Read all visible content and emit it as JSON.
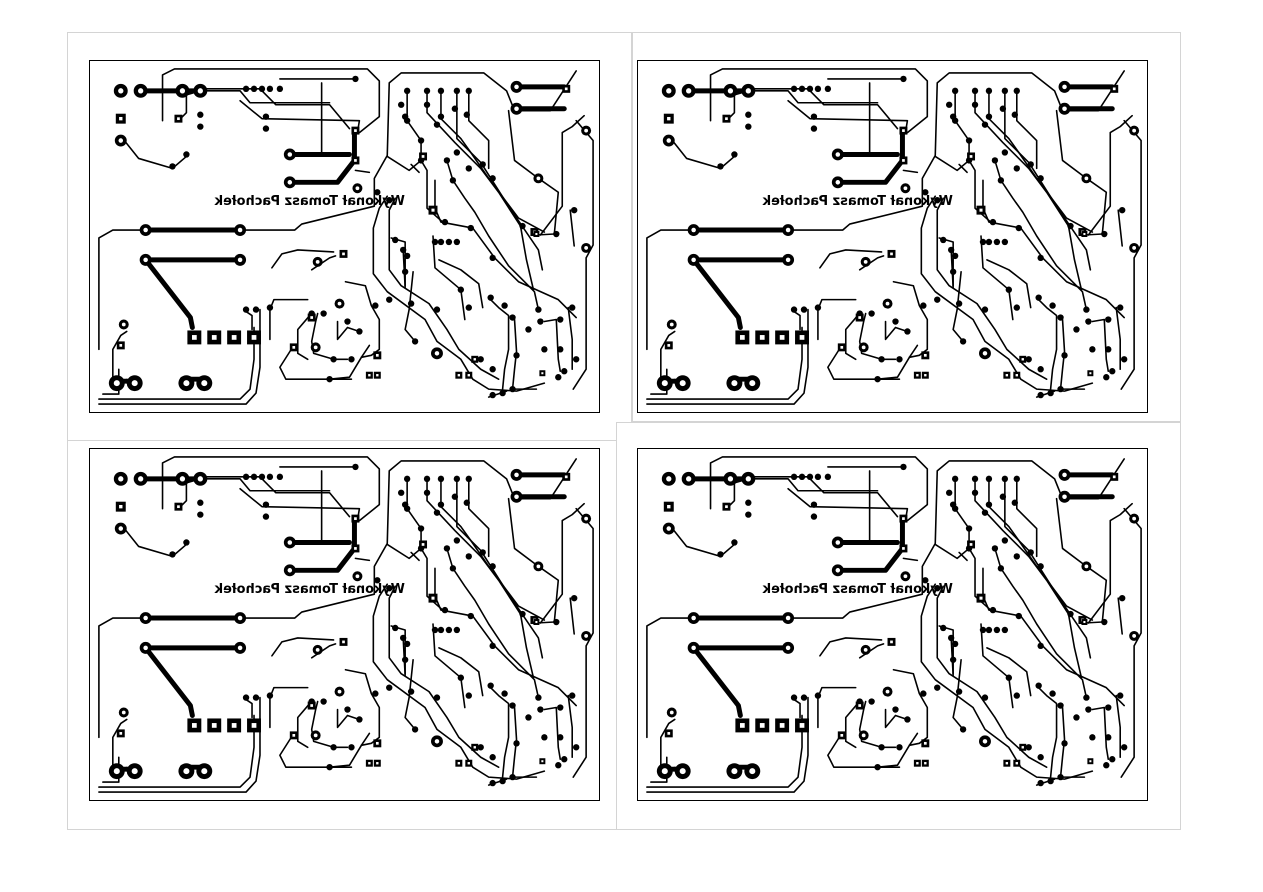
{
  "page": {
    "background": "#ffffff"
  },
  "style": {
    "ink": "#000000",
    "sheet_border": "#d4d4d4"
  },
  "boards": [
    {
      "id": "top-left",
      "signature": "Wykonał Tomasz Pachołek"
    },
    {
      "id": "top-right",
      "signature": "Wykonał Tomasz Pachołek"
    },
    {
      "id": "bottom-left",
      "signature": "Wykonał Tomasz Pachołek"
    },
    {
      "id": "bottom-right",
      "signature": "Wykonał Tomasz Pachołek"
    }
  ]
}
